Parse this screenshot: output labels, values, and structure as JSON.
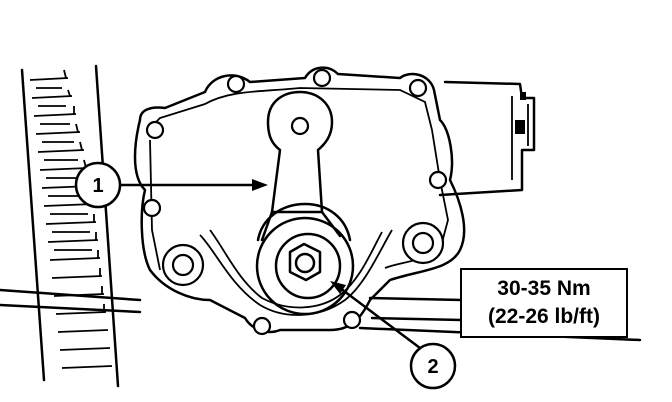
{
  "callouts": [
    {
      "label": "1",
      "part": "lever"
    },
    {
      "label": "2",
      "part": "nut"
    }
  ],
  "torque_spec": {
    "metric": "30-35 Nm",
    "imperial": "(22-26 lb/ft)"
  }
}
